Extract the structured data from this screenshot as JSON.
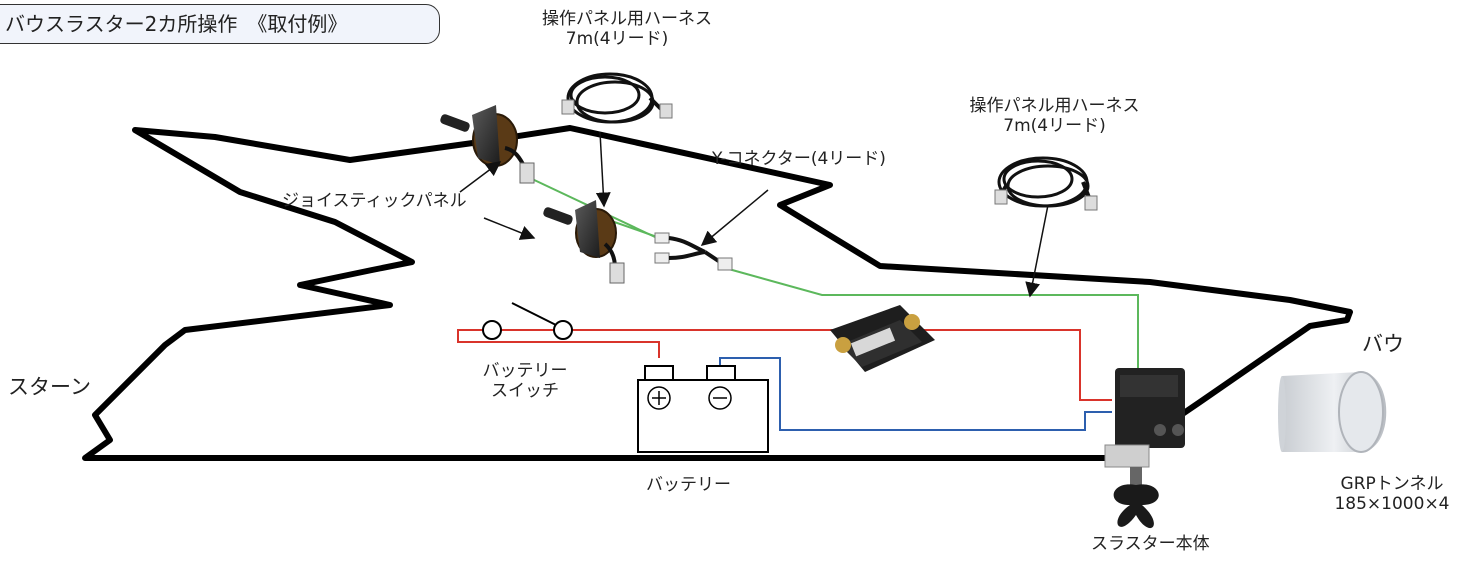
{
  "title": "バウスラスター2カ所操作　《取付例》",
  "labels": {
    "harness1_line1": "操作パネル用ハーネス",
    "harness1_line2": "7m(4リード)",
    "harness2_line1": "操作パネル用ハーネス",
    "harness2_line2": "7m(4リード)",
    "y_connector": "Y-コネクター(4リード)",
    "joystick_panel": "ジョイスティックパネル",
    "battery_switch_line1": "バッテリー",
    "battery_switch_line2": "スイッチ",
    "battery": "バッテリー",
    "stern": "スターン",
    "bow": "バウ",
    "thruster_body": "スラスター本体",
    "tunnel_line1": "GRPトンネル",
    "tunnel_line2": "185×1000×4"
  },
  "colors": {
    "signal_wire": "#5cb85c",
    "positive_wire": "#d9342b",
    "negative_wire": "#2d5fae",
    "hull_outline": "#000000",
    "title_bg": "#f1f4fb"
  }
}
